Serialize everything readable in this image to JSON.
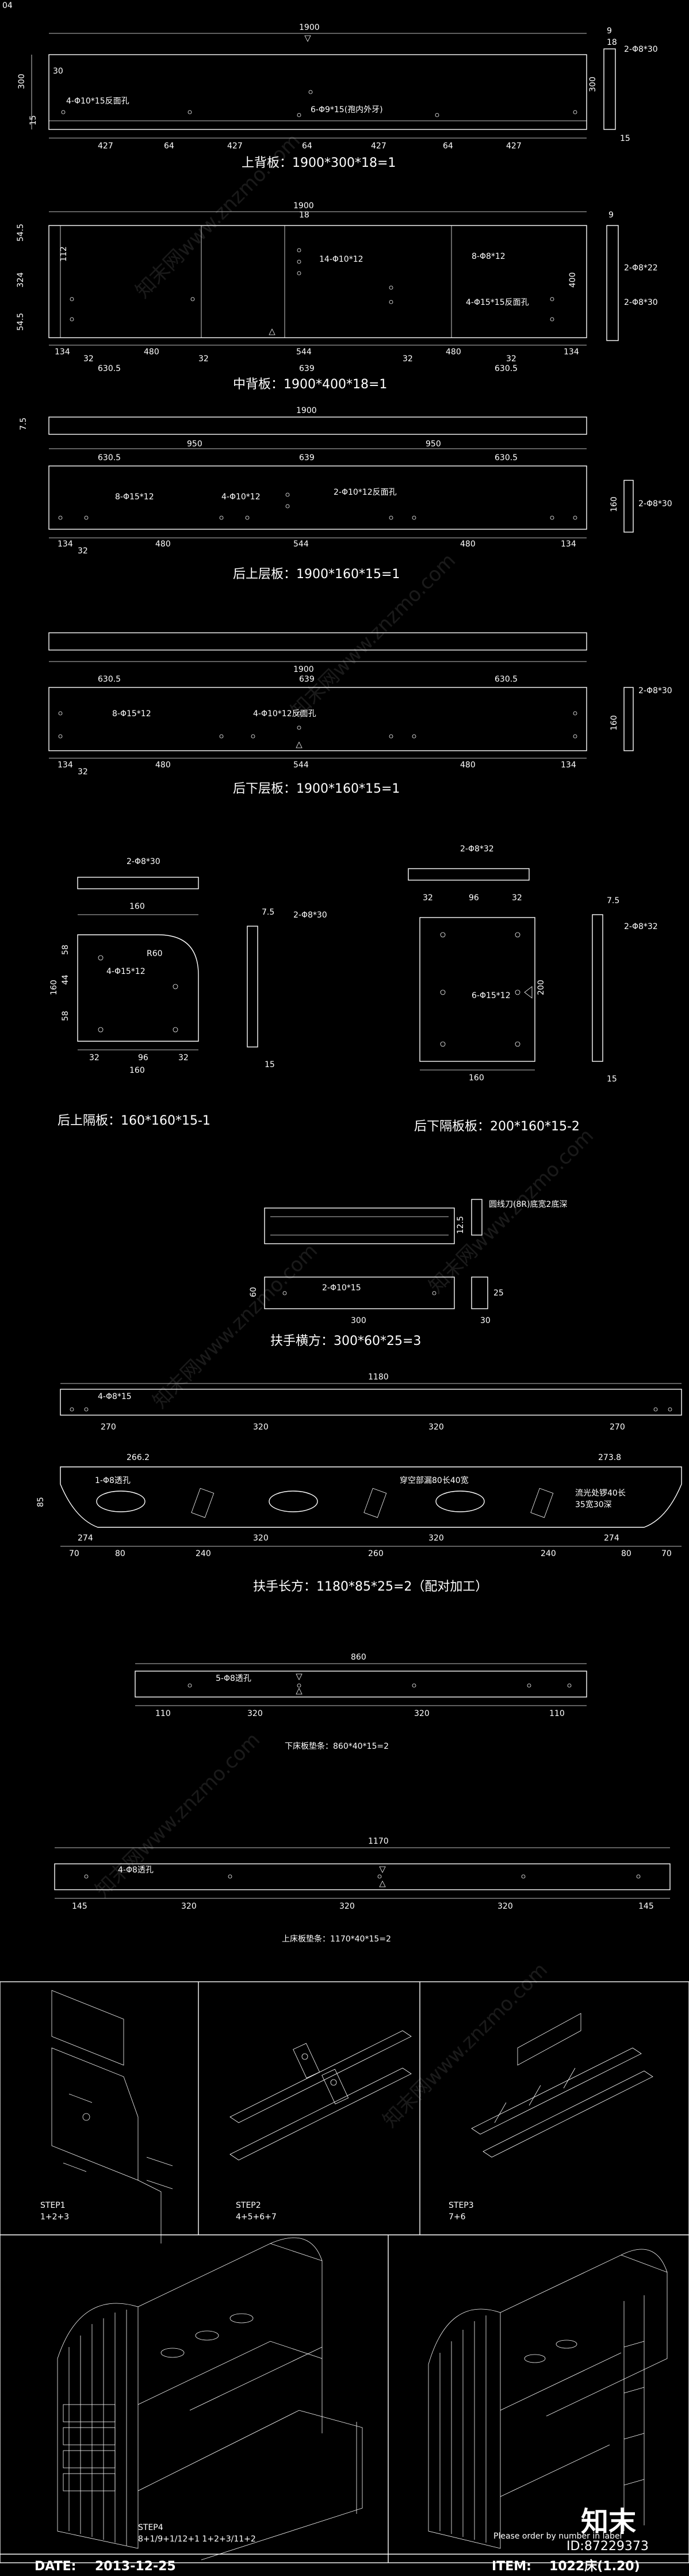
{
  "drawing": {
    "corner_mark": "04",
    "watermark": "知末网www.znzmo.com",
    "brand": "知末",
    "id_text": "ID:87229373",
    "date_label": "DATE:",
    "date_value": "2013-12-25",
    "item_label": "ITEM:",
    "item_value": "1022床(1.20)",
    "order_note": "Please order by number in label"
  },
  "parts": {
    "top_back": {
      "caption": "上背板：1900*300*18=1",
      "overall": "1900",
      "side_w": "9",
      "side_h": "18",
      "side_h2": "15",
      "h_left": "300",
      "h_sub": "30",
      "h_edge": "15",
      "h_right": "300",
      "note1": "4-Φ10*15反面孔",
      "note2": "6-Φ9*15(孢内外牙)",
      "side_note": "2-Φ8*30",
      "bottom_dims": [
        "427",
        "64",
        "427",
        "64",
        "427",
        "64",
        "427"
      ]
    },
    "mid_back": {
      "caption": "中背板：1900*400*18=1",
      "overall": "1900",
      "overall_sub": "18",
      "side_w": "9",
      "h_left": [
        "54.5",
        "324",
        "54.5"
      ],
      "h_mid": "112",
      "h_right": "400",
      "note1": "14-Φ10*12",
      "note2": "8-Φ8*12",
      "note3": "4-Φ15*15反面孔",
      "side_note1": "2-Φ8*22",
      "side_note2": "2-Φ8*30",
      "bottom_dims": [
        "134",
        "32",
        "480",
        "32",
        "544",
        "32",
        "480",
        "32",
        "134"
      ],
      "bottom2": [
        "630.5",
        "639",
        "630.5"
      ]
    },
    "rear_upper_rail": {
      "caption": "后上层板：1900*160*15=1",
      "overall": "1900",
      "top_dims": [
        "630.5",
        "639",
        "630.5"
      ],
      "mid": "950",
      "h": [
        "7.5",
        "1900"
      ],
      "side": "160",
      "side_note": "2-Φ8*30",
      "note1": "8-Φ15*12",
      "note2": "4-Φ10*12",
      "note3": "2-Φ10*12反面孔",
      "bottom_dims": [
        "134",
        "480",
        "544",
        "480",
        "134"
      ],
      "edge": "32"
    },
    "rear_lower_rail": {
      "caption": "后下层板：1900*160*15=1",
      "overall": "1900",
      "top_dims": [
        "630.5",
        "639",
        "630.5"
      ],
      "side": "160",
      "side_note": "2-Φ8*30",
      "note1": "8-Φ15*12",
      "note2": "4-Φ10*12反面孔",
      "bottom_dims": [
        "134",
        "480",
        "544",
        "480",
        "134"
      ],
      "edge": "32"
    },
    "rear_upper_divider": {
      "caption": "后上隔板：160*160*15-1",
      "top_note": "2-Φ8*30",
      "side_note": "2-Φ8*30",
      "w": "160",
      "h": "160",
      "r": "R60",
      "note": "4-Φ15*12",
      "dims": [
        "32",
        "96",
        "32"
      ],
      "v": [
        "58",
        "44",
        "58"
      ],
      "t": "7.5",
      "t2": "15"
    },
    "rear_lower_divider": {
      "caption": "后下隔板板：200*160*15-2",
      "top_note": "2-Φ8*32",
      "side_note": "2-Φ8*32",
      "w": "160",
      "h": "200",
      "note": "6-Φ15*12",
      "dims": [
        "32",
        "96",
        "32"
      ],
      "t": "7.5",
      "t2": "15"
    },
    "handrail_cross": {
      "caption": "扶手横方：300*60*25=3",
      "note1": "2-Φ10*15",
      "note2": "圆线刀(8R)底宽2底深",
      "dims": [
        "300",
        "60",
        "25"
      ],
      "t": "12.5",
      "t2": "30"
    },
    "handrail_long": {
      "caption": "扶手长方：1180*85*25=2（配对加工）",
      "overall": "1180",
      "note1": "4-Φ8*15",
      "note2": "1-Φ8透孔",
      "note3": "穿空部漏80长40宽",
      "note4": "流光处锣40长",
      "note5": "35宽30深",
      "top_dims": [
        "270",
        "320",
        "320",
        "270"
      ],
      "mid_dims": [
        "266.2",
        "273.8"
      ],
      "bottom_dims": [
        "70",
        "80",
        "240",
        "260",
        "240",
        "80",
        "70"
      ],
      "bottom2": [
        "274",
        "320",
        "320",
        "274"
      ],
      "h": "85"
    },
    "lower_slat": {
      "caption": "下床板垫条：860*40*15=2",
      "overall": "860",
      "note": "5-Φ8透孔",
      "dims": [
        "110",
        "320",
        "320",
        "110"
      ]
    },
    "upper_slat": {
      "caption": "上床板垫条：1170*40*15=2",
      "overall": "1170",
      "note": "4-Φ8透孔",
      "dims": [
        "145",
        "320",
        "320",
        "320",
        "145"
      ]
    }
  },
  "steps": [
    {
      "title": "STEP1",
      "parts": "1+2+3"
    },
    {
      "title": "STEP2",
      "parts": "4+5+6+7"
    },
    {
      "title": "STEP3",
      "parts": "7+6"
    },
    {
      "title": "STEP4",
      "parts": "8+1/9+1/12+1\n1+2+3/11+2"
    }
  ]
}
